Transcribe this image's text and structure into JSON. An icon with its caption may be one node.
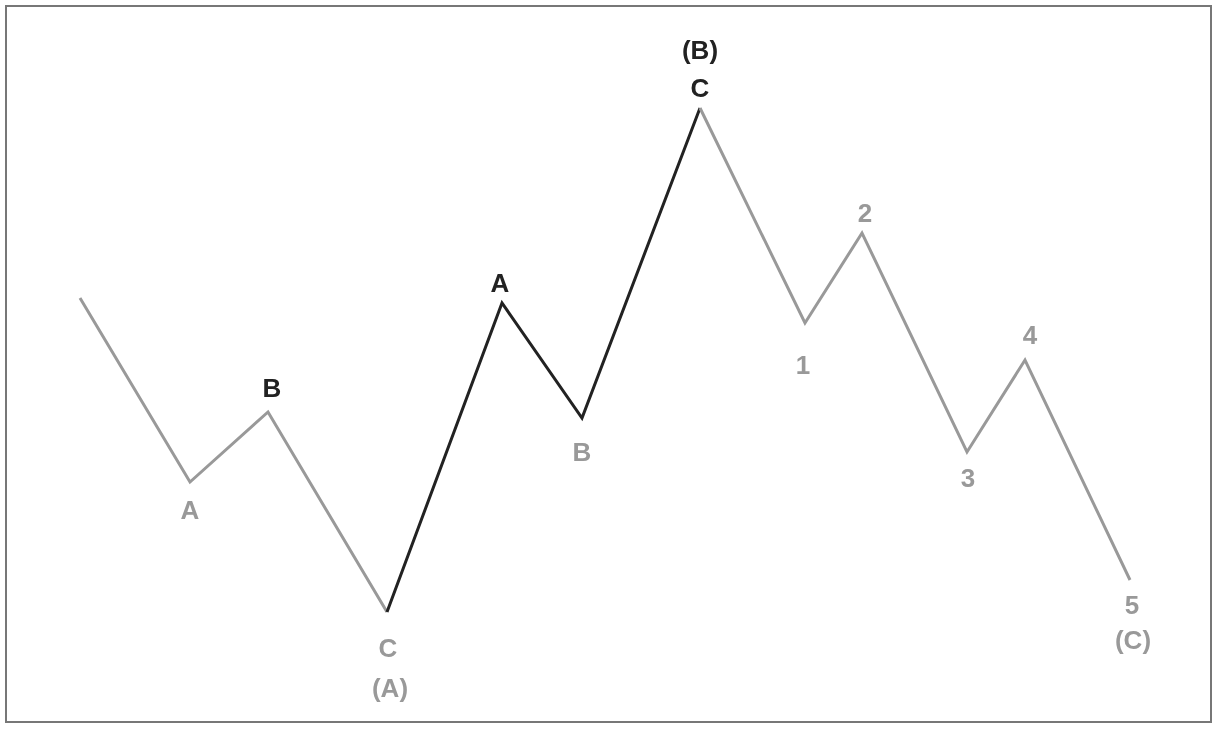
{
  "diagram": {
    "labels": [
      "A",
      "B",
      "C",
      "(A)",
      "A",
      "B",
      "(B)",
      "C",
      "1",
      "2",
      "3",
      "4",
      "5",
      "(C)"
    ]
  }
}
